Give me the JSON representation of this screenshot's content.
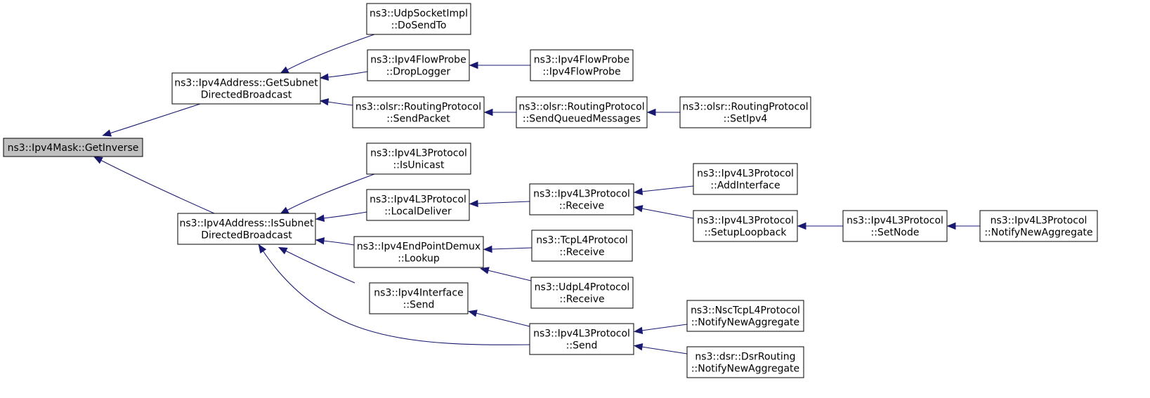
{
  "nodes": [
    {
      "id": "root",
      "lines": [
        "ns3::Ipv4Mask::GetInverse"
      ]
    },
    {
      "id": "getsubnet",
      "lines": [
        "ns3::Ipv4Address::GetSubnet",
        "DirectedBroadcast"
      ]
    },
    {
      "id": "issubnet",
      "lines": [
        "ns3::Ipv4Address::IsSubnet",
        "DirectedBroadcast"
      ]
    },
    {
      "id": "udpsocket",
      "lines": [
        "ns3::UdpSocketImpl",
        "::DoSendTo"
      ]
    },
    {
      "id": "droplogger",
      "lines": [
        "ns3::Ipv4FlowProbe",
        "::DropLogger"
      ]
    },
    {
      "id": "flowprobe",
      "lines": [
        "ns3::Ipv4FlowProbe",
        "::Ipv4FlowProbe"
      ]
    },
    {
      "id": "olsrsend",
      "lines": [
        "ns3::olsr::RoutingProtocol",
        "::SendPacket"
      ]
    },
    {
      "id": "olsrqueued",
      "lines": [
        "ns3::olsr::RoutingProtocol",
        "::SendQueuedMessages"
      ]
    },
    {
      "id": "olsrsetipv4",
      "lines": [
        "ns3::olsr::RoutingProtocol",
        "::SetIpv4"
      ]
    },
    {
      "id": "isunicast",
      "lines": [
        "ns3::Ipv4L3Protocol",
        "::IsUnicast"
      ]
    },
    {
      "id": "localdeliver",
      "lines": [
        "ns3::Ipv4L3Protocol",
        "::LocalDeliver"
      ]
    },
    {
      "id": "receive",
      "lines": [
        "ns3::Ipv4L3Protocol",
        "::Receive"
      ]
    },
    {
      "id": "addinterface",
      "lines": [
        "ns3::Ipv4L3Protocol",
        "::AddInterface"
      ]
    },
    {
      "id": "setuploopback",
      "lines": [
        "ns3::Ipv4L3Protocol",
        "::SetupLoopback"
      ]
    },
    {
      "id": "setnode",
      "lines": [
        "ns3::Ipv4L3Protocol",
        "::SetNode"
      ]
    },
    {
      "id": "notifynew",
      "lines": [
        "ns3::Ipv4L3Protocol",
        "::NotifyNewAggregate"
      ]
    },
    {
      "id": "lookup",
      "lines": [
        "ns3::Ipv4EndPointDemux",
        "::Lookup"
      ]
    },
    {
      "id": "tcpreceive",
      "lines": [
        "ns3::TcpL4Protocol",
        "::Receive"
      ]
    },
    {
      "id": "udpreceive",
      "lines": [
        "ns3::UdpL4Protocol",
        "::Receive"
      ]
    },
    {
      "id": "ifacesend",
      "lines": [
        "ns3::Ipv4Interface",
        "::Send"
      ]
    },
    {
      "id": "l3send",
      "lines": [
        "ns3::Ipv4L3Protocol",
        "::Send"
      ]
    },
    {
      "id": "nsctcp",
      "lines": [
        "ns3::NscTcpL4Protocol",
        "::NotifyNewAggregate"
      ]
    },
    {
      "id": "dsr",
      "lines": [
        "ns3::dsr::DsrRouting",
        "::NotifyNewAggregate"
      ]
    }
  ],
  "edges": [
    {
      "from": "getsubnet",
      "to": "root"
    },
    {
      "from": "issubnet",
      "to": "root"
    },
    {
      "from": "udpsocket",
      "to": "getsubnet"
    },
    {
      "from": "droplogger",
      "to": "getsubnet"
    },
    {
      "from": "olsrsend",
      "to": "getsubnet"
    },
    {
      "from": "flowprobe",
      "to": "droplogger"
    },
    {
      "from": "olsrqueued",
      "to": "olsrsend"
    },
    {
      "from": "olsrsetipv4",
      "to": "olsrqueued"
    },
    {
      "from": "isunicast",
      "to": "issubnet"
    },
    {
      "from": "localdeliver",
      "to": "issubnet"
    },
    {
      "from": "lookup",
      "to": "issubnet"
    },
    {
      "from": "ifacesend",
      "to": "issubnet"
    },
    {
      "from": "l3send",
      "to": "issubnet"
    },
    {
      "from": "receive",
      "to": "localdeliver"
    },
    {
      "from": "addinterface",
      "to": "receive"
    },
    {
      "from": "setuploopback",
      "to": "receive"
    },
    {
      "from": "setnode",
      "to": "setuploopback"
    },
    {
      "from": "notifynew",
      "to": "setnode"
    },
    {
      "from": "tcpreceive",
      "to": "lookup"
    },
    {
      "from": "udpreceive",
      "to": "lookup"
    },
    {
      "from": "l3send",
      "to": "ifacesend"
    },
    {
      "from": "nsctcp",
      "to": "l3send"
    },
    {
      "from": "dsr",
      "to": "l3send"
    }
  ],
  "colors": {
    "edge": "#191970",
    "root_fill": "#bfbfbf",
    "node_fill": "#ffffff",
    "node_stroke": "#000000"
  }
}
